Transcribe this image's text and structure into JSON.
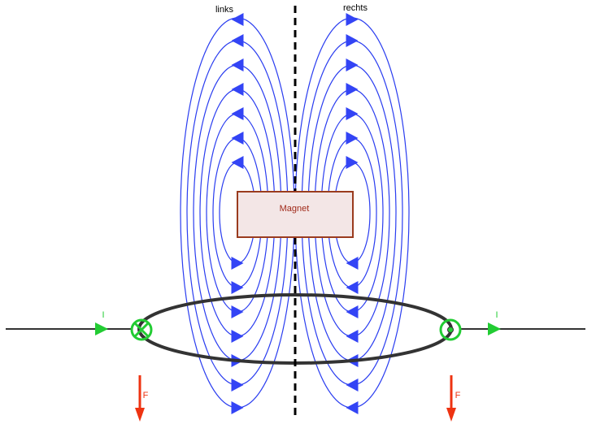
{
  "labels": {
    "left": "links",
    "right": "rechts",
    "magnet": "Magnet",
    "current_in": "I",
    "current_out": "I",
    "force_left": "F",
    "force_right": "F"
  },
  "colors": {
    "field_lines": "#2a3df0",
    "field_arrows": "#3344f5",
    "wire": "#333333",
    "loop": "#333333",
    "current_arrow": "#22cc33",
    "current_symbol": "#22cc33",
    "force_arrow": "#ee3311",
    "magnet_fill": "#f3e6e6",
    "magnet_border": "#9a3b1e",
    "magnet_text": "#a02a1a",
    "symmetry_axis": "#000000"
  }
}
